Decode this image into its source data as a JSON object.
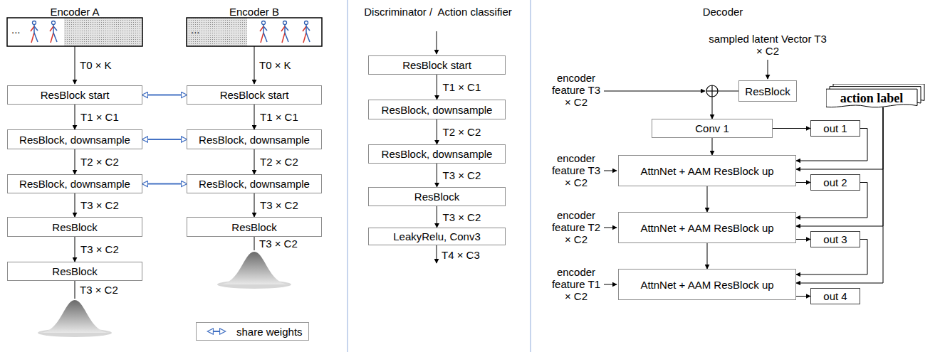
{
  "diagram": {
    "nodes": [
      {
        "text": [
          "ResBlock start"
        ]
      },
      {
        "text": [
          "ResBlock, downsample"
        ]
      },
      {
        "text": [
          "ResBlock, downsample"
        ]
      },
      {
        "text": [
          "ResBlock"
        ]
      },
      {
        "text": [
          "ResBlock"
        ]
      },
      {
        "text": [
          "ResBlock start"
        ]
      },
      {
        "text": [
          "ResBlock, downsample"
        ]
      },
      {
        "text": [
          "ResBlock, downsample"
        ]
      },
      {
        "text": [
          "ResBlock"
        ]
      },
      {
        "text": [
          "ResBlock start"
        ]
      },
      {
        "text": [
          "ResBlock, downsample"
        ]
      },
      {
        "text": [
          "ResBlock, downsample"
        ]
      },
      {
        "text": [
          "ResBlock"
        ]
      },
      {
        "text": [
          "LeakyRelu, Conv3"
        ]
      },
      {
        "text": [
          "ResBlock"
        ]
      },
      {
        "text": [
          "Conv 1"
        ]
      },
      {
        "text": [
          "out 1"
        ]
      },
      {
        "text": [
          "action label"
        ]
      },
      {
        "text": [
          "AttnNet + AAM ResBlock up"
        ]
      },
      {
        "text": [
          "out 2"
        ]
      },
      {
        "text": [
          "AttnNet + AAM ResBlock up"
        ]
      },
      {
        "text": [
          "out 3"
        ]
      },
      {
        "text": [
          "AttnNet + AAM ResBlock up"
        ]
      },
      {
        "text": [
          "out 4"
        ]
      }
    ],
    "edges": [
      {
        "from": 0,
        "to": 1,
        "arrow": "to",
        "label": "T1 × C1"
      },
      {
        "from": 1,
        "to": 2,
        "arrow": "to",
        "label": "T2 × C2"
      },
      {
        "from": 2,
        "to": 3,
        "arrow": "to",
        "label": "T3 × C2"
      },
      {
        "from": 3,
        "to": 4,
        "arrow": "to",
        "label": "T3 × C2"
      },
      {
        "from": 5,
        "to": 6,
        "arrow": "to",
        "label": "T1 × C1"
      },
      {
        "from": 6,
        "to": 7,
        "arrow": "to",
        "label": "T2 × C2"
      },
      {
        "from": 7,
        "to": 8,
        "arrow": "to",
        "label": "T3 × C2"
      },
      {
        "from": 0,
        "to": 5,
        "arrow": "both"
      },
      {
        "from": 1,
        "to": 6,
        "arrow": "both"
      },
      {
        "from": 2,
        "to": 7,
        "arrow": "both"
      },
      {
        "from": 9,
        "to": 10,
        "arrow": "to",
        "label": "T1 × C1"
      },
      {
        "from": 10,
        "to": 11,
        "arrow": "to",
        "label": "T2 × C2"
      },
      {
        "from": 11,
        "to": 12,
        "arrow": "to",
        "label": "T3 × C2"
      },
      {
        "from": 12,
        "to": 13,
        "arrow": "to",
        "label": "T3 × C2"
      },
      {
        "from": 14,
        "to": 15,
        "arrow": "to"
      },
      {
        "from": 15,
        "to": 16,
        "arrow": "to"
      },
      {
        "from": 15,
        "to": 18,
        "arrow": "to"
      },
      {
        "from": 16,
        "to": 18,
        "arrow": "to"
      },
      {
        "from": 17,
        "to": 18,
        "arrow": "to"
      },
      {
        "from": 18,
        "to": 19,
        "arrow": "to"
      },
      {
        "from": 18,
        "to": 20,
        "arrow": "to"
      },
      {
        "from": 19,
        "to": 20,
        "arrow": "to"
      },
      {
        "from": 17,
        "to": 20,
        "arrow": "to"
      },
      {
        "from": 20,
        "to": 21,
        "arrow": "to"
      },
      {
        "from": 20,
        "to": 22,
        "arrow": "to"
      },
      {
        "from": 21,
        "to": 22,
        "arrow": "to"
      },
      {
        "from": 17,
        "to": 22,
        "arrow": "to"
      },
      {
        "from": 22,
        "to": 23,
        "arrow": "to"
      }
    ],
    "labels": [
      "Encoder A",
      "Encoder B",
      "Discriminator /  Action classifier",
      "Decoder",
      "...",
      "T0 × K",
      "...",
      "T0 × K",
      "T3 × C2",
      "T3 × C2",
      "T4 × C3",
      "sampled latent Vector T3 × C2",
      "encoder feature T3 × C2",
      "encoder feature T3 × C2",
      "encoder feature T2 × C2",
      "encoder feature T1 × C2"
    ],
    "legend": [
      {
        "text": "share weights"
      }
    ]
  }
}
